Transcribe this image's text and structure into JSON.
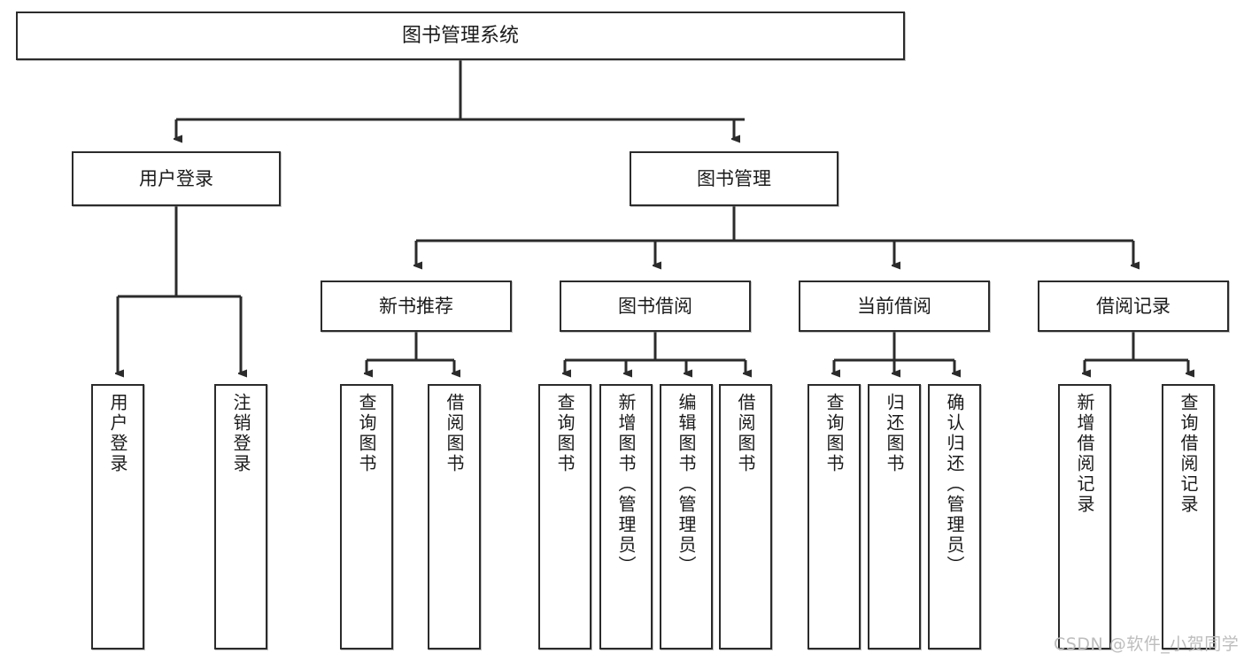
{
  "diagram": {
    "title": "图书管理系统",
    "type": "tree",
    "root": {
      "id": "root",
      "label": "图书管理系统"
    },
    "level2": [
      {
        "id": "user-login",
        "label": "用户登录"
      },
      {
        "id": "book-manage",
        "label": "图书管理"
      }
    ],
    "level3": [
      {
        "id": "new-book-recommend",
        "label": "新书推荐",
        "parent": "book-manage"
      },
      {
        "id": "book-borrow",
        "label": "图书借阅",
        "parent": "book-manage"
      },
      {
        "id": "current-borrow",
        "label": "当前借阅",
        "parent": "book-manage"
      },
      {
        "id": "borrow-record",
        "label": "借阅记录",
        "parent": "book-manage"
      }
    ],
    "leaves": [
      {
        "id": "leaf-user-login",
        "label": "用户登录",
        "parent": "user-login"
      },
      {
        "id": "leaf-user-logout",
        "label": "注销登录",
        "parent": "user-login"
      },
      {
        "id": "leaf-query-book-1",
        "label": "查询图书",
        "parent": "new-book-recommend"
      },
      {
        "id": "leaf-borrow-book-1",
        "label": "借阅图书",
        "parent": "new-book-recommend"
      },
      {
        "id": "leaf-query-book-2",
        "label": "查询图书",
        "parent": "book-borrow"
      },
      {
        "id": "leaf-add-book",
        "label": "新增图书（管理员）",
        "parent": "book-borrow"
      },
      {
        "id": "leaf-edit-book",
        "label": "编辑图书（管理员）",
        "parent": "book-borrow"
      },
      {
        "id": "leaf-borrow-book-2",
        "label": "借阅图书",
        "parent": "book-borrow"
      },
      {
        "id": "leaf-query-book-3",
        "label": "查询图书",
        "parent": "current-borrow"
      },
      {
        "id": "leaf-return-book",
        "label": "归还图书",
        "parent": "current-borrow"
      },
      {
        "id": "leaf-confirm-return",
        "label": "确认归还（管理员）",
        "parent": "current-borrow"
      },
      {
        "id": "leaf-add-record",
        "label": "新增借阅记录",
        "parent": "borrow-record"
      },
      {
        "id": "leaf-query-record",
        "label": "查询借阅记录",
        "parent": "borrow-record"
      }
    ],
    "colors": {
      "stroke": "#2b2b2b",
      "fill": "#ffffff",
      "text": "#1b1b1b",
      "watermark": "#bdbdbd"
    }
  },
  "watermark": {
    "text": "CSDN @软件_小贺同学"
  }
}
